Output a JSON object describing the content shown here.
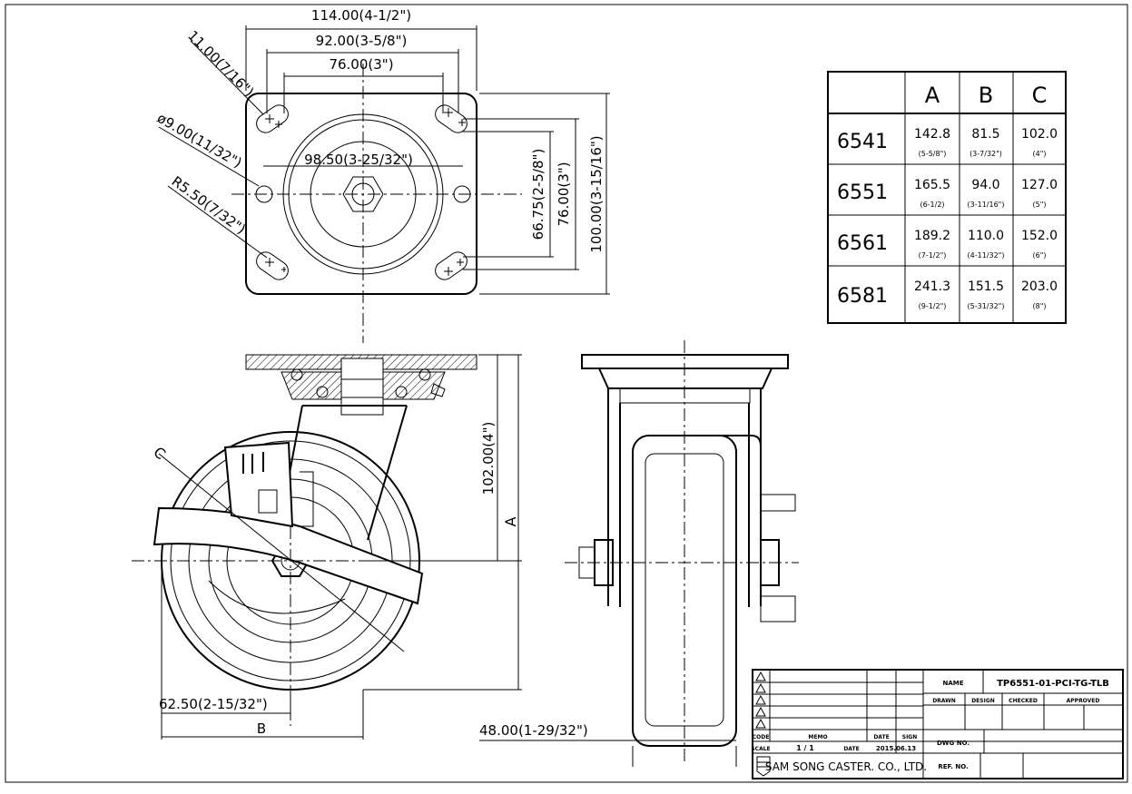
{
  "top_view": {
    "dim_width": "114.00(4-1/2\")",
    "dim_hole_span": "92.00(3-5/8\")",
    "dim_inner": "76.00(3\")",
    "dim_slot": "11.00(7/16\")",
    "dim_hole_dia": "ø9.00(11/32\")",
    "dim_bolt_circle": "98.50(3-25/32\")",
    "dim_radius": "R5.50(7/32\")",
    "dim_v1": "66.75(2-5/8\")",
    "dim_v2": "76.00(3\")",
    "dim_v3": "100.00(3-15/16\")"
  },
  "side_view": {
    "dim_height": "102.00(4\")",
    "dim_a": "A",
    "dim_c": "C",
    "dim_offset": "62.50(2-15/32\")",
    "dim_b": "B"
  },
  "front_view": {
    "dim_width": "48.00(1-29/32\")"
  },
  "size_table": {
    "headers": [
      "",
      "A",
      "B",
      "C"
    ],
    "rows": [
      {
        "model": "6541",
        "a": "142.8",
        "a_in": "(5-5/8\")",
        "b": "81.5",
        "b_in": "(3-7/32\")",
        "c": "102.0",
        "c_in": "(4\")"
      },
      {
        "model": "6551",
        "a": "165.5",
        "a_in": "(6-1/2)",
        "b": "94.0",
        "b_in": "(3-11/16\")",
        "c": "127.0",
        "c_in": "(5\")"
      },
      {
        "model": "6561",
        "a": "189.2",
        "a_in": "(7-1/2\")",
        "b": "110.0",
        "b_in": "(4-11/32\")",
        "c": "152.0",
        "c_in": "(6\")"
      },
      {
        "model": "6581",
        "a": "241.3",
        "a_in": "(9-1/2\")",
        "b": "151.5",
        "b_in": "(5-31/32\")",
        "c": "203.0",
        "c_in": "(8\")"
      }
    ]
  },
  "title_block": {
    "name_label": "NAME",
    "name_value": "TP6551-01-PCI-TG-TLB",
    "drawn": "DRAWN",
    "design": "DESIGN",
    "checked": "CHECKED",
    "approved": "APPROVED",
    "code": "CODE",
    "memo": "MEMO",
    "date": "DATE",
    "sign": "SIGN",
    "dwg_no": "DWG NO.",
    "scale_label": "SCALE",
    "scale_value": "1  /  1",
    "date_label": "DATE",
    "date_value": "2015.06.13",
    "company": "SAM SONG CASTER. CO., LTD.",
    "ref_no": "REF. NO."
  }
}
